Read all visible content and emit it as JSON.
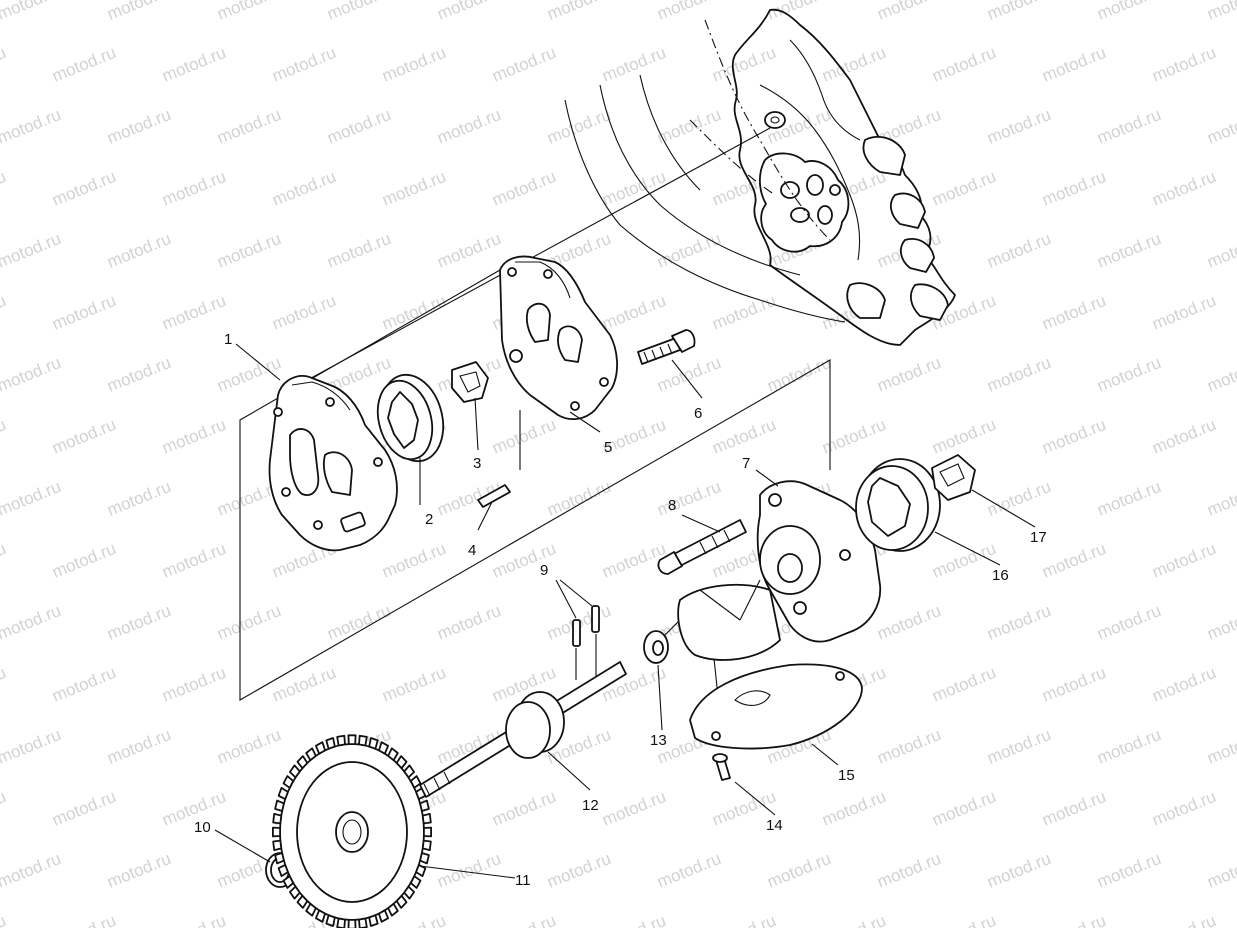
{
  "watermark": "motod.ru",
  "labels": {
    "l1": "1",
    "l2": "2",
    "l3": "3",
    "l4": "4",
    "l5": "5",
    "l6": "6",
    "l7": "7",
    "l8": "8",
    "l9": "9",
    "l10": "10",
    "l11": "11",
    "l12": "12",
    "l13": "13",
    "l14": "14",
    "l15": "15",
    "l16": "16",
    "l17": "17"
  },
  "colors": {
    "ink": "#111111",
    "watermark": "#d2d2d2",
    "background": "#ffffff"
  }
}
